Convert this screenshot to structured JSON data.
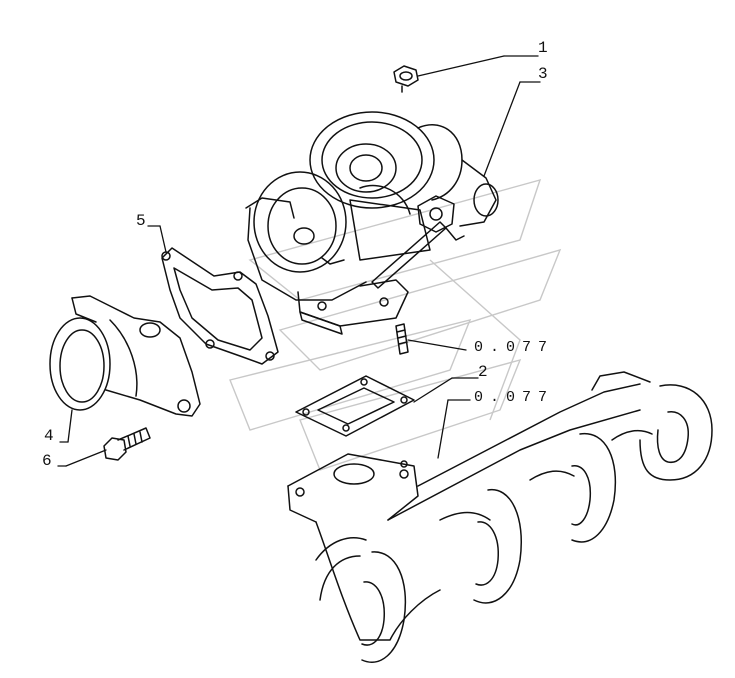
{
  "callouts": {
    "c1": "1",
    "c2": "2",
    "c3": "3",
    "c4": "4",
    "c5": "5",
    "c6": "6",
    "ref_upper": "0.077",
    "ref_lower": "0.077"
  },
  "colors": {
    "line": "#111111",
    "watermark": "#c8c8c8",
    "background": "#ffffff"
  }
}
